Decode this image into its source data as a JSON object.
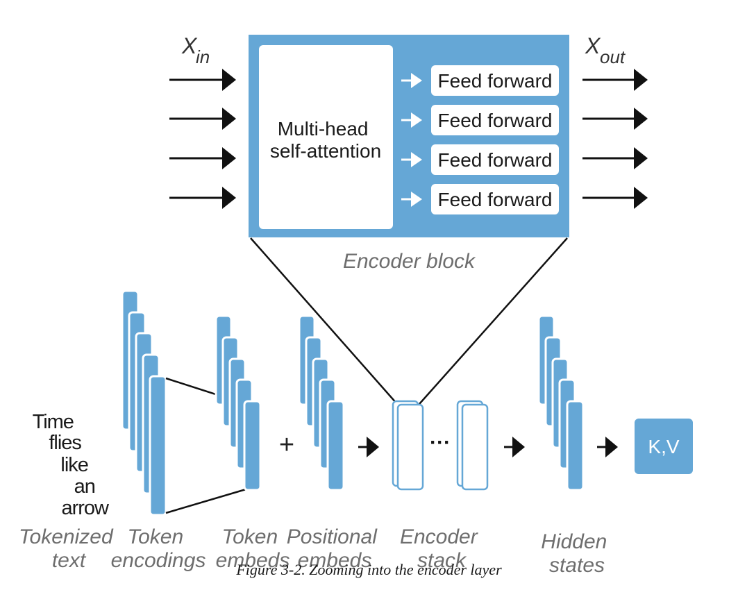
{
  "colors": {
    "accent_blue": "#65A7D6",
    "light_blue": "#A9D2EE",
    "line": "#111111",
    "label_gray": "#6e6e6e"
  },
  "encoder_block": {
    "input_label": {
      "base": "X",
      "sub": "in"
    },
    "output_label": {
      "base": "X",
      "sub": "out"
    },
    "attention_label": [
      "Multi-head",
      "self-attention"
    ],
    "feed_forward_labels": [
      "Feed forward",
      "Feed forward",
      "Feed forward",
      "Feed forward"
    ],
    "block_label": "Encoder block"
  },
  "input_text_tokens": [
    "Time",
    "flies",
    "like",
    "an",
    "arrow"
  ],
  "plus_sign": "+",
  "ellipsis": "···",
  "kv_label": "K,V",
  "stage_labels": {
    "tokenized_text": [
      "Tokenized",
      "text"
    ],
    "token_encodings": [
      "Token",
      "encodings"
    ],
    "token_embeds": [
      "Token",
      "embeds"
    ],
    "positional_embeds": [
      "Positional",
      "embeds"
    ],
    "encoder_stack": [
      "Encoder",
      "stack"
    ],
    "hidden_states": [
      "Hidden",
      "states"
    ]
  },
  "caption": "Figure 3-2. Zooming into the encoder layer"
}
